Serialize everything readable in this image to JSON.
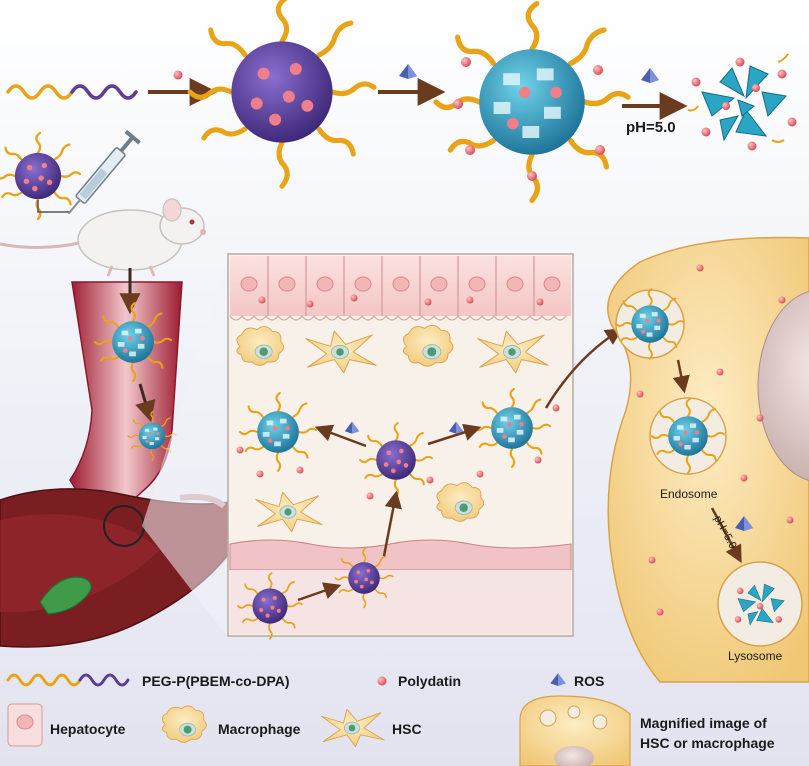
{
  "conditions": {
    "ph_top": "pH=5.0",
    "ph_cell": "pH=5.0"
  },
  "compartments": {
    "endosome": "Endosome",
    "lysosome": "Lysosome"
  },
  "legend": {
    "polymer": "PEG-P(PBEM-co-DPA)",
    "polydatin": "Polydatin",
    "ros": "ROS",
    "hepatocyte": "Hepatocyte",
    "macrophage": "Macrophage",
    "hsc": "HSC",
    "magnified_line1": "Magnified image of",
    "magnified_line2": "HSC or macrophage"
  },
  "colors": {
    "polymer_chain": "#e8a317",
    "polymer_core": "#5a3f9a",
    "shell_blue": "#2aa6c4",
    "drug_red": "#e0525a",
    "ros_blue": "#4b5fb0",
    "arrow": "#6b3b1f",
    "cell_fill": "#f8dfa2",
    "vessel": "#b8203a",
    "liver": "#7a1e22"
  }
}
